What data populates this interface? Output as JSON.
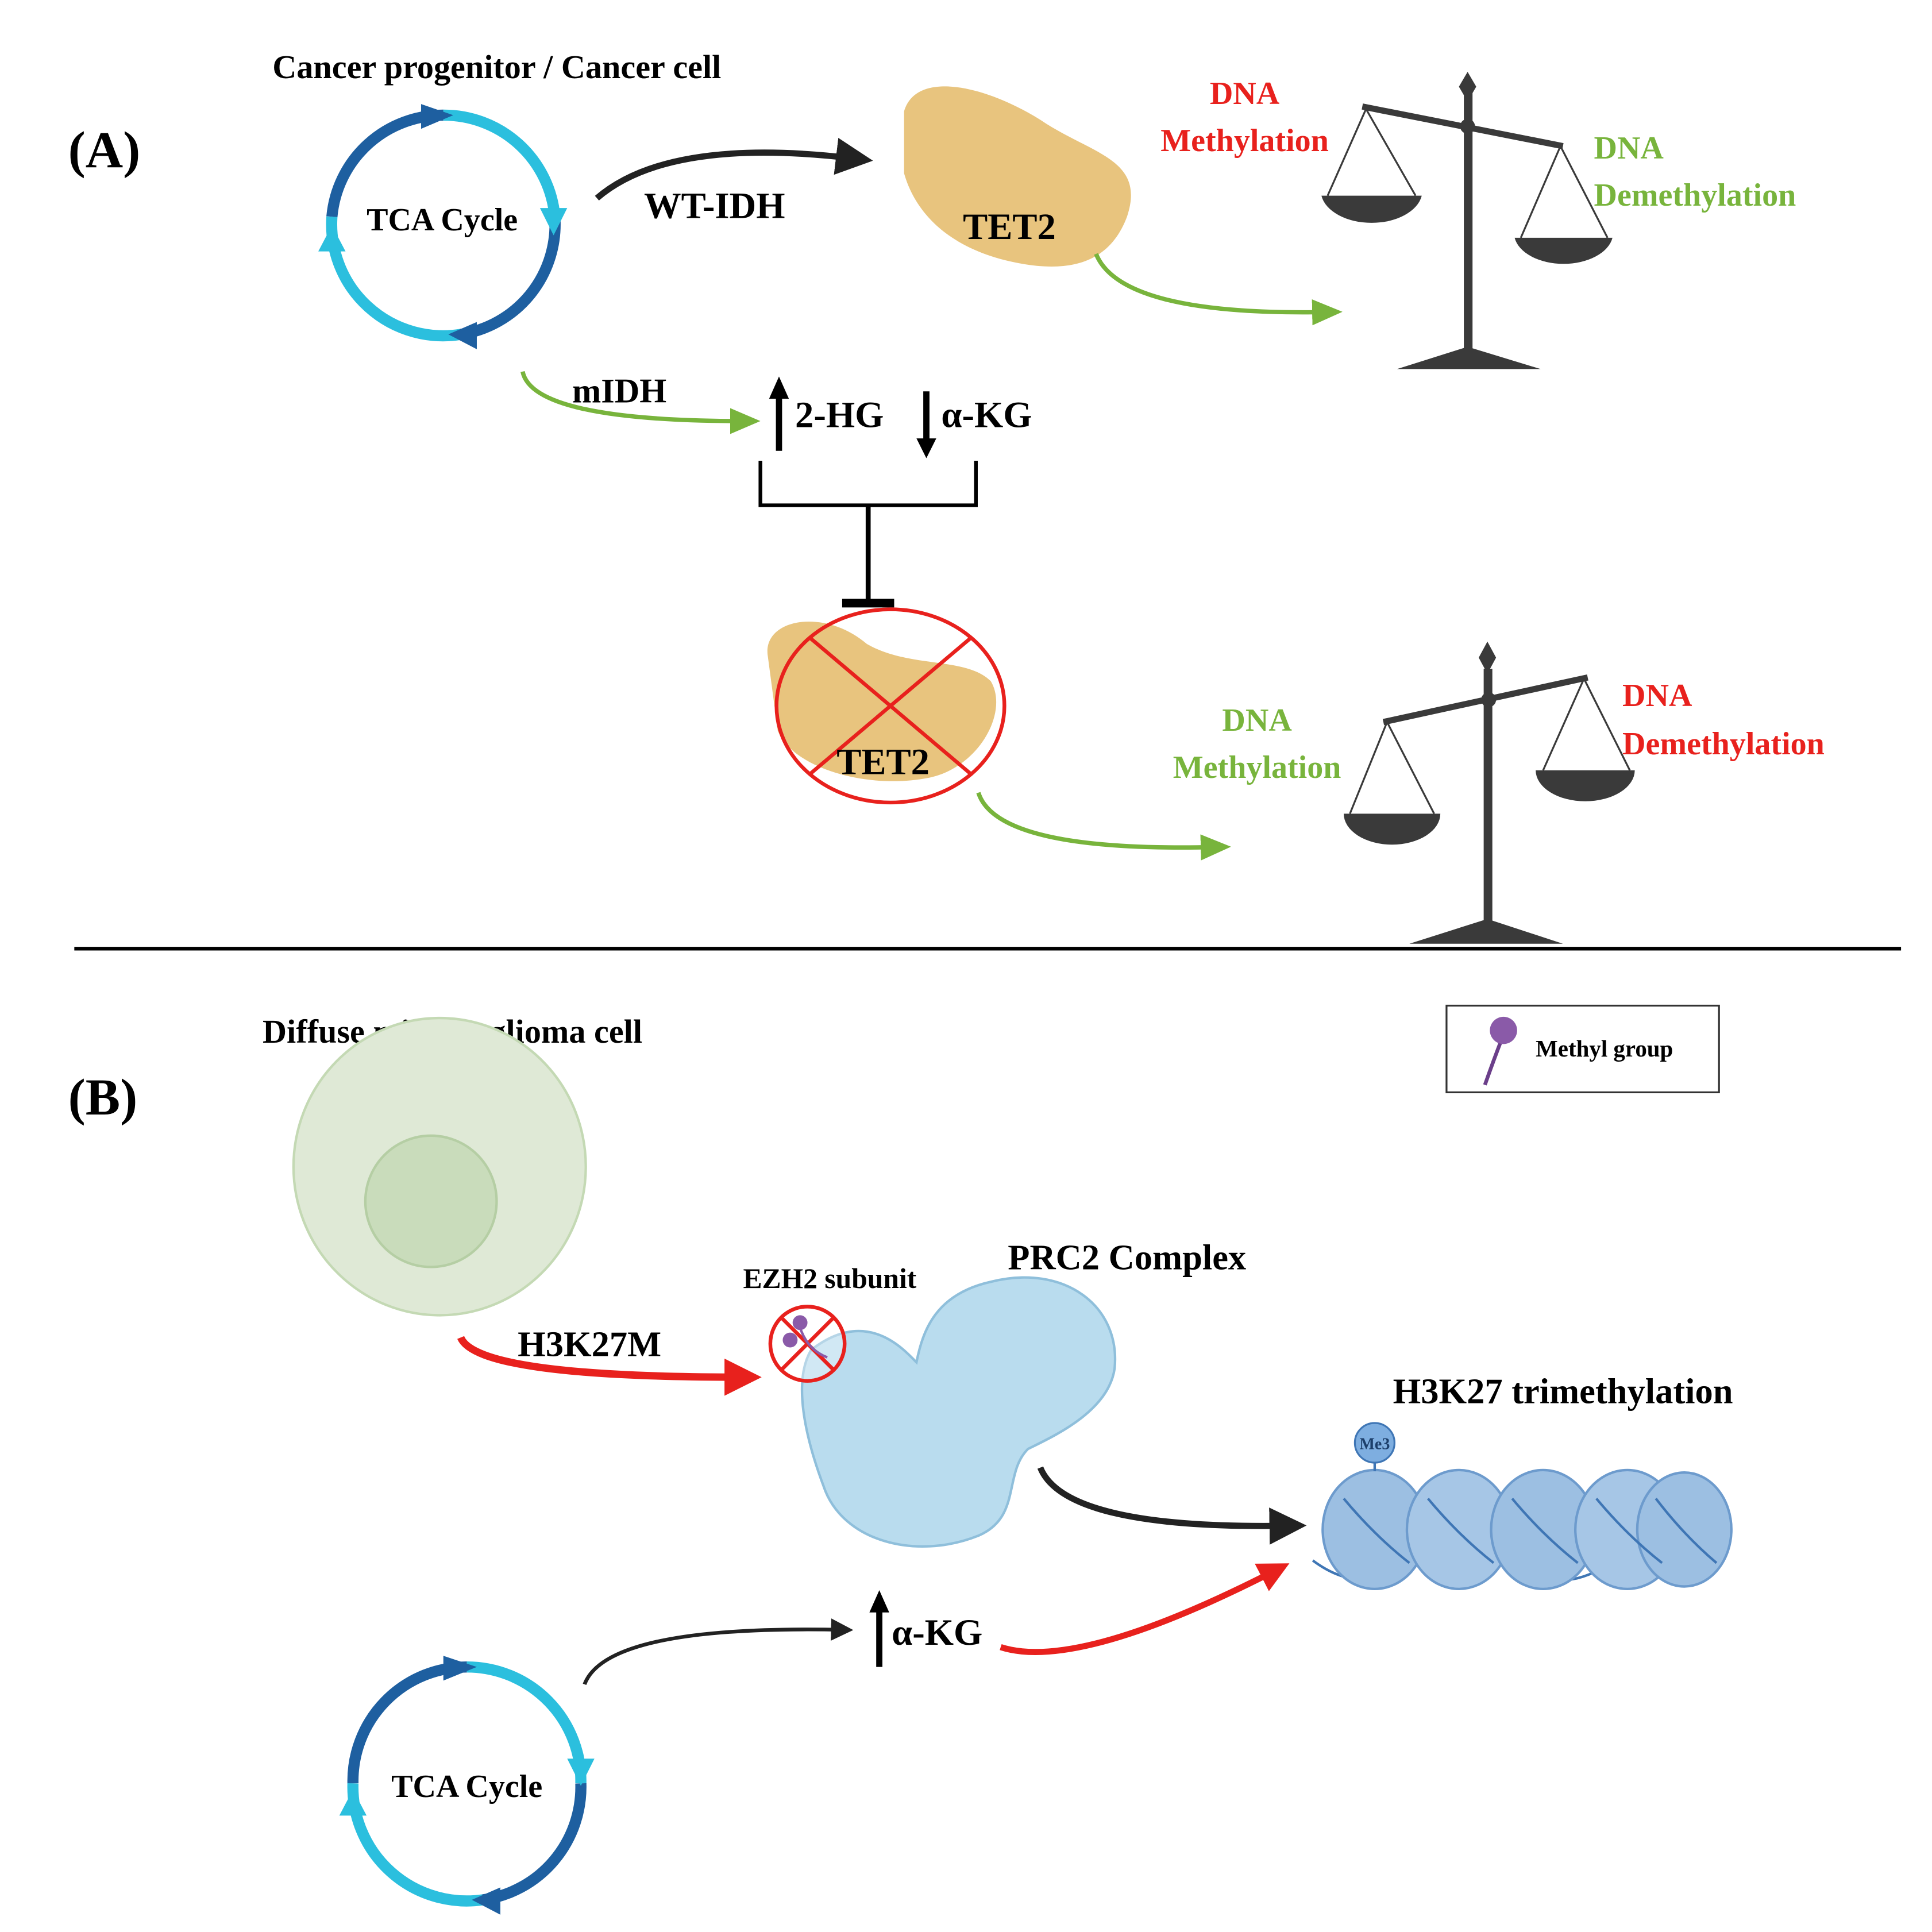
{
  "panel_a": {
    "label": "(A)",
    "title": "Cancer progenitor / Cancer cell",
    "tca_label": "TCA Cycle",
    "wt_idh_label": "WT-IDH",
    "tet2_label": "TET2",
    "tet2_inhibited_label": "TET2",
    "midh_label": "mIDH",
    "hg_label": "2-HG",
    "akg_label": "α-KG",
    "scale1": {
      "left_line1": "DNA",
      "left_line2": "Methylation",
      "right_line1": "DNA",
      "right_line2": "Demethylation"
    },
    "scale2": {
      "left_line1": "DNA",
      "left_line2": "Methylation",
      "right_line1": "DNA",
      "right_line2": "Demethylation"
    }
  },
  "panel_b": {
    "label": "(B)",
    "title": "Diffuse midline glioma cell",
    "legend_label": "Methyl group",
    "h3k27m_label": "H3K27M",
    "ezh2_label": "EZH2 subunit",
    "prc2_label": "PRC2 Complex",
    "trimethylation_label": "H3K27 trimethylation",
    "me3_label": "Me3",
    "akg_label": "α-KG",
    "tca_label": "TCA Cycle"
  },
  "colors": {
    "red": "#e8211d",
    "green": "#78b43c",
    "tet2": "#e8c47e",
    "tca_dark": "#1e5fa0",
    "tca_light": "#2bbfde",
    "prc2": "#b9dcee",
    "cell": "#dbe8d2",
    "scale": "#3a3a3a"
  }
}
